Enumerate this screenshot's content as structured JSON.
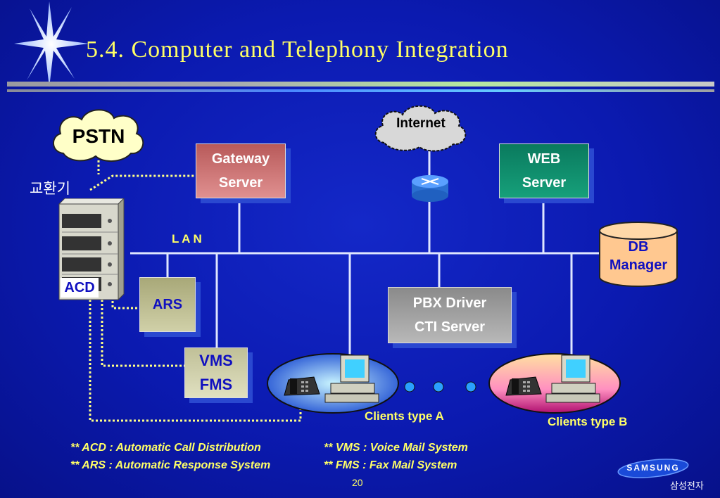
{
  "title": "5.4. Computer and Telephony Integration",
  "nodes": {
    "pstn": "PSTN",
    "exchange": "교환기",
    "acd": "ACD",
    "internet": "Internet",
    "gateway": [
      "Gateway",
      "Server"
    ],
    "web": [
      "WEB",
      "Server"
    ],
    "lan": "L A N",
    "db": [
      "DB",
      "Manager"
    ],
    "ars": "ARS",
    "pbx": [
      "PBX Driver",
      "CTI Server"
    ],
    "vms": [
      "VMS",
      "FMS"
    ],
    "clients_a": "Clients type A",
    "clients_b": "Clients type B"
  },
  "footnotes": [
    [
      "** ACD : Automatic Call Distribution",
      "** VMS : Voice Mail System"
    ],
    [
      "** ARS : Automatic Response System",
      "** FMS : Fax Mail System"
    ]
  ],
  "page_number": "20",
  "brand": {
    "logo": "SAMSUNG",
    "company": "삼성전자"
  },
  "colors": {
    "background": "#0b1ab0",
    "title": "#ffff66",
    "line": "#dfe6ff",
    "dotted_link": "#ffff88",
    "gateway": "#c46a6a",
    "web": "#0f8a6a",
    "ars": "#b8b88c",
    "pbx": "#9a9a9a",
    "vms": "#c8c8a0",
    "db": "#ffc890"
  },
  "icons": [
    "star-burst-icon",
    "cloud-icon",
    "router-icon",
    "server-rack-icon",
    "telephone-icon",
    "computer-icon",
    "database-icon"
  ]
}
